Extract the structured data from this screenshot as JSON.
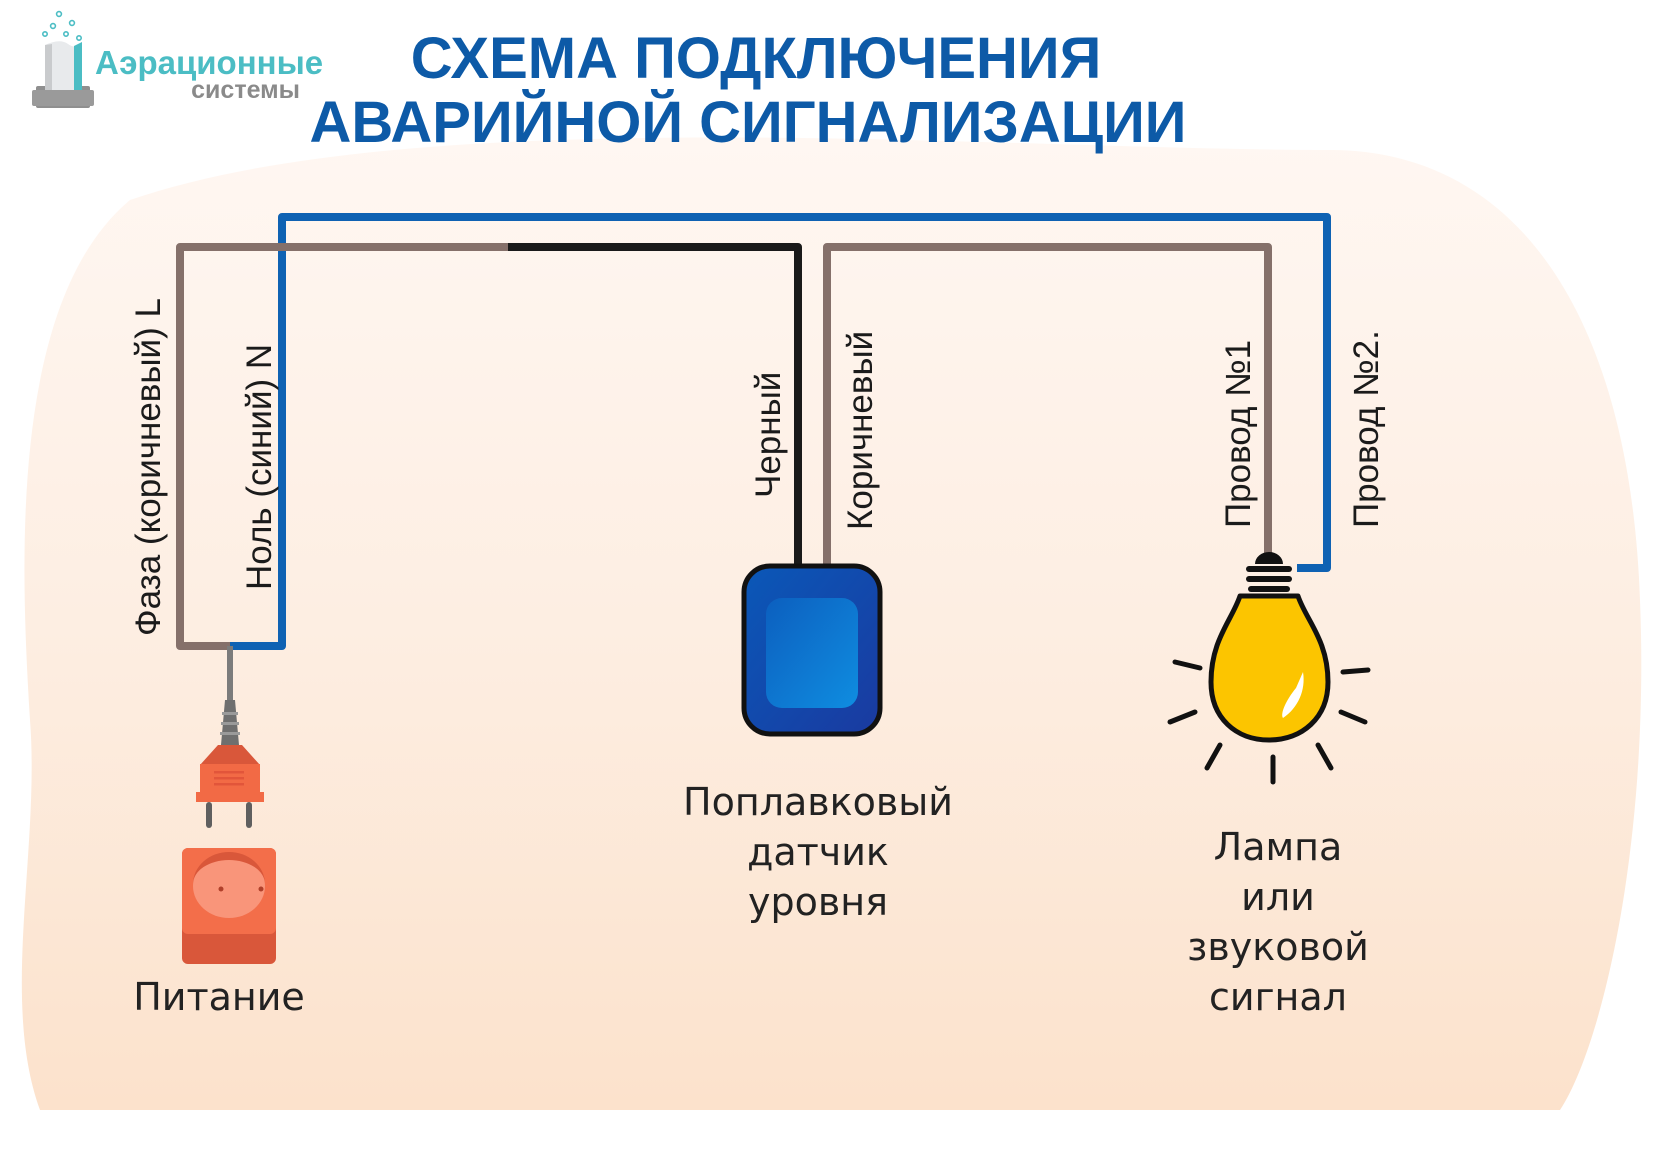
{
  "logo": {
    "line1": "Аэрационные",
    "line2": "системы"
  },
  "title": {
    "line1": "СХЕМА ПОДКЛЮЧЕНИЯ",
    "line2": "АВАРИЙНОЙ СИГНАЛИЗАЦИИ"
  },
  "wires": {
    "phase_label": "Фаза (коричневый) L",
    "neutral_label": "Ноль (синий) N",
    "sensor_black_label": "Черный",
    "sensor_brown_label": "Коричневый",
    "lamp_wire1_label": "Провод №1",
    "lamp_wire2_label": "Провод №2."
  },
  "devices": {
    "power": {
      "label": "Питание"
    },
    "sensor": {
      "lines": [
        "Поплавковый",
        "датчик",
        "уровня"
      ]
    },
    "lamp": {
      "lines": [
        "Лампа",
        "или",
        "звуковой",
        "сигнал"
      ]
    }
  },
  "colors": {
    "title_blue": "#0d5aa7",
    "wire_brown": "#85706a",
    "wire_blue": "#0f62b3",
    "wire_black": "#1a1a1a",
    "plug_orange": "#f26a45",
    "bulb_yellow": "#fcc500",
    "sensor_blue": "#0b63c2",
    "background_peach": "#fde6d3"
  }
}
